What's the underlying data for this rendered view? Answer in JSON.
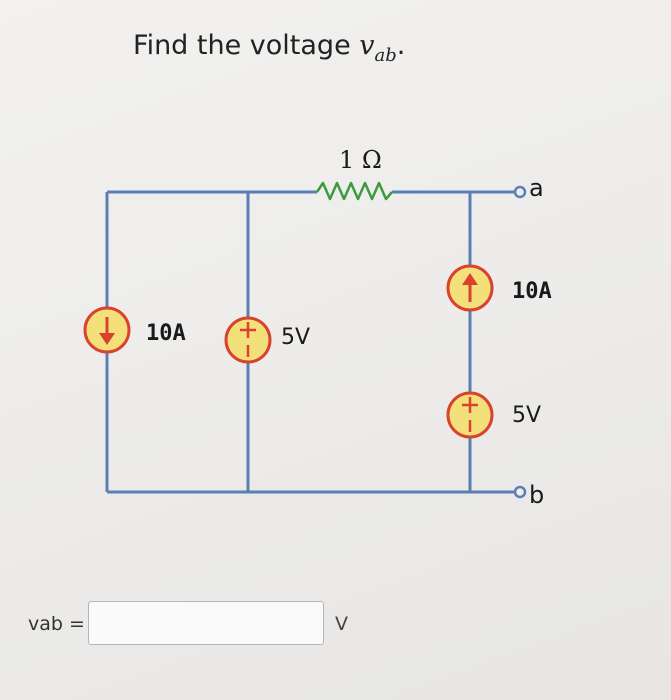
{
  "question": {
    "prefix": "Find the voltage ",
    "variable": "v",
    "subscript": "ab",
    "suffix": "."
  },
  "circuit": {
    "resistor_label": "1 Ω",
    "source_left_current": "10A",
    "source_left_voltage": "5V",
    "source_right_current": "10A",
    "source_right_voltage": "5V",
    "terminal_a": "a",
    "terminal_b": "b",
    "colors": {
      "wire": "#5a7fb5",
      "source_fill": "#f4e07a",
      "source_ring": "#d9422e",
      "resistor": "#3e9a3e"
    }
  },
  "answer": {
    "label": "vab =",
    "value": "",
    "unit": "V"
  }
}
